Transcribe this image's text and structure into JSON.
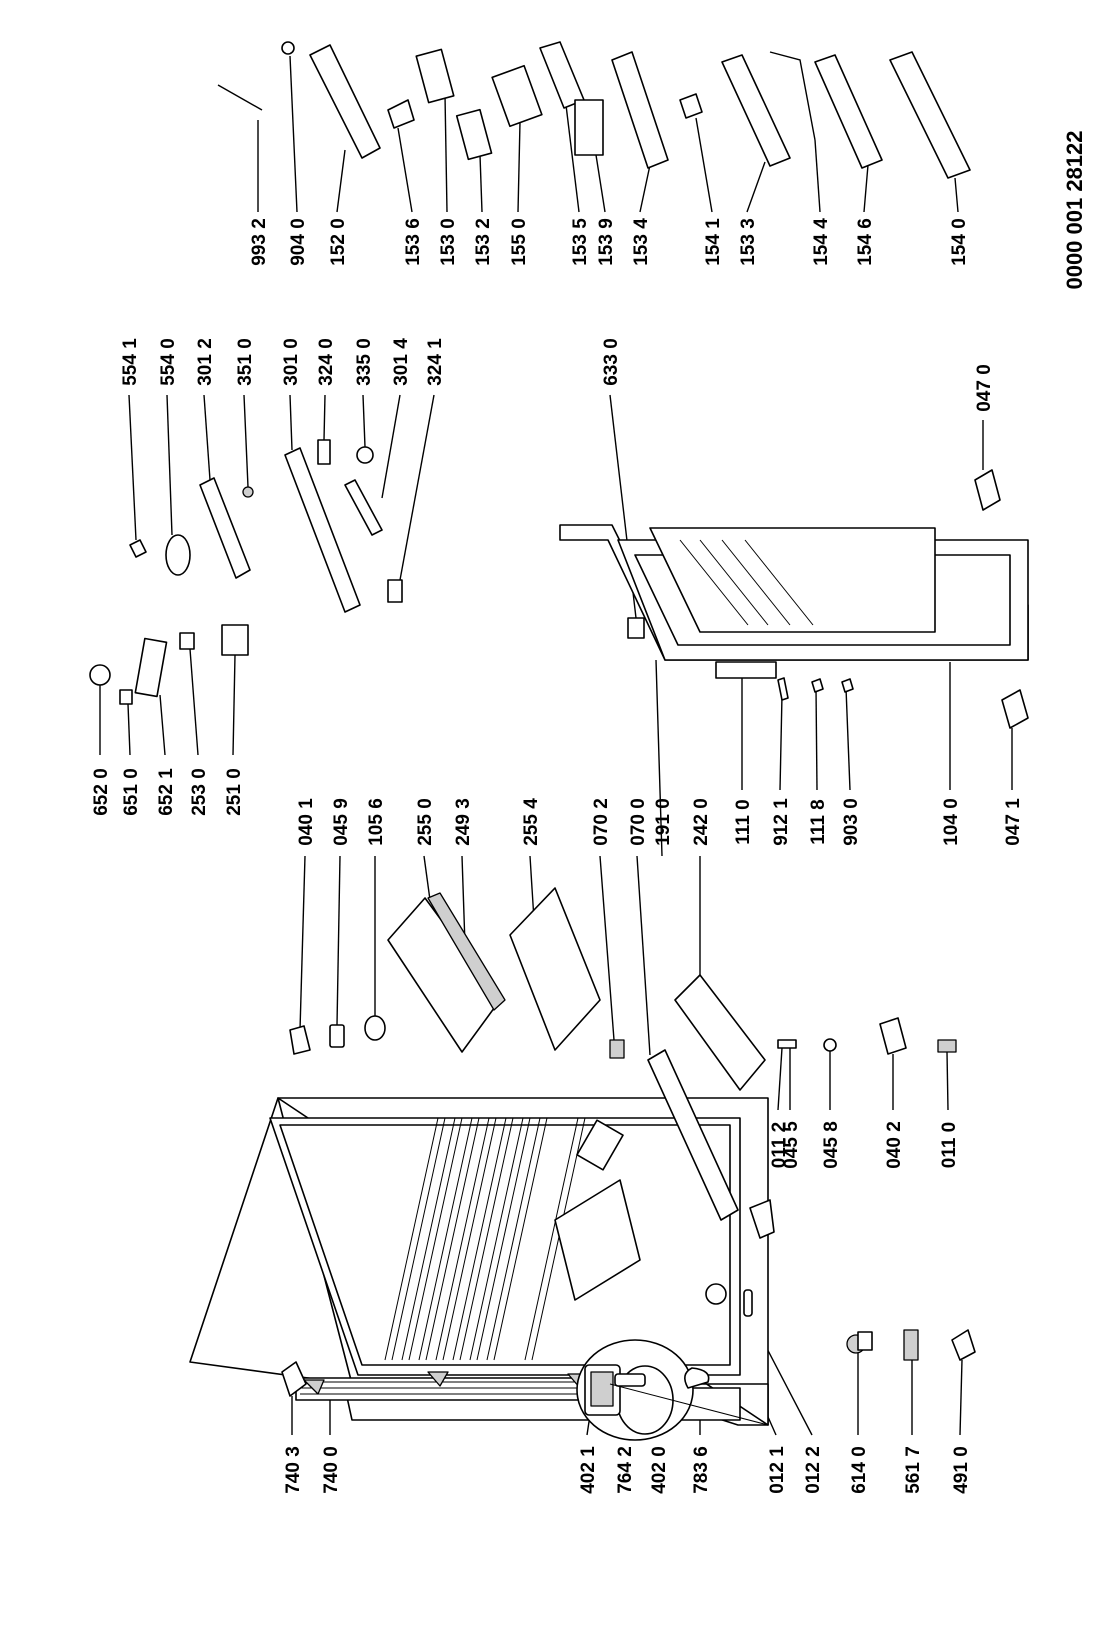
{
  "document_id": "0000 001 28122",
  "labels": [
    {
      "id": "993-2",
      "text": "993 2"
    },
    {
      "id": "904-0",
      "text": "904 0"
    },
    {
      "id": "152-0",
      "text": "152 0"
    },
    {
      "id": "153-6",
      "text": "153 6"
    },
    {
      "id": "153-0",
      "text": "153 0"
    },
    {
      "id": "153-2",
      "text": "153 2"
    },
    {
      "id": "155-0",
      "text": "155 0"
    },
    {
      "id": "153-5",
      "text": "153 5"
    },
    {
      "id": "153-9",
      "text": "153 9"
    },
    {
      "id": "153-4",
      "text": "153 4"
    },
    {
      "id": "154-1",
      "text": "154 1"
    },
    {
      "id": "153-3",
      "text": "153 3"
    },
    {
      "id": "154-4",
      "text": "154 4"
    },
    {
      "id": "154-6",
      "text": "154 6"
    },
    {
      "id": "154-0",
      "text": "154 0"
    },
    {
      "id": "554-1",
      "text": "554 1"
    },
    {
      "id": "554-0",
      "text": "554 0"
    },
    {
      "id": "301-2",
      "text": "301 2"
    },
    {
      "id": "351-0",
      "text": "351 0"
    },
    {
      "id": "301-0",
      "text": "301 0"
    },
    {
      "id": "324-0",
      "text": "324 0"
    },
    {
      "id": "335-0",
      "text": "335 0"
    },
    {
      "id": "301-4",
      "text": "301 4"
    },
    {
      "id": "324-1",
      "text": "324 1"
    },
    {
      "id": "633-0",
      "text": "633 0"
    },
    {
      "id": "047-0",
      "text": "047 0"
    },
    {
      "id": "652-0",
      "text": "652 0"
    },
    {
      "id": "651-0",
      "text": "651 0"
    },
    {
      "id": "652-1",
      "text": "652 1"
    },
    {
      "id": "253-0",
      "text": "253 0"
    },
    {
      "id": "251-0",
      "text": "251 0"
    },
    {
      "id": "040-1",
      "text": "040 1"
    },
    {
      "id": "045-9",
      "text": "045 9"
    },
    {
      "id": "105-6",
      "text": "105 6"
    },
    {
      "id": "255-0",
      "text": "255 0"
    },
    {
      "id": "249-3",
      "text": "249 3"
    },
    {
      "id": "255-4",
      "text": "255 4"
    },
    {
      "id": "070-2",
      "text": "070 2"
    },
    {
      "id": "070-0",
      "text": "070 0"
    },
    {
      "id": "191-0",
      "text": "191 0"
    },
    {
      "id": "242-0",
      "text": "242 0"
    },
    {
      "id": "111-0",
      "text": "111 0"
    },
    {
      "id": "912-1",
      "text": "912 1"
    },
    {
      "id": "111-8",
      "text": "111 8"
    },
    {
      "id": "903-0",
      "text": "903 0"
    },
    {
      "id": "104-0",
      "text": "104 0"
    },
    {
      "id": "047-1",
      "text": "047 1"
    },
    {
      "id": "011-2",
      "text": "011 2"
    },
    {
      "id": "045-5",
      "text": "045 5"
    },
    {
      "id": "045-8",
      "text": "045 8"
    },
    {
      "id": "040-2",
      "text": "040 2"
    },
    {
      "id": "011-0",
      "text": "011 0"
    },
    {
      "id": "740-3",
      "text": "740 3"
    },
    {
      "id": "740-0",
      "text": "740 0"
    },
    {
      "id": "402-1",
      "text": "402 1"
    },
    {
      "id": "764-2",
      "text": "764 2"
    },
    {
      "id": "402-0",
      "text": "402 0"
    },
    {
      "id": "783-6",
      "text": "783 6"
    },
    {
      "id": "012-1",
      "text": "012 1"
    },
    {
      "id": "012-2",
      "text": "012 2"
    },
    {
      "id": "614-0",
      "text": "614 0"
    },
    {
      "id": "561-7",
      "text": "561 7"
    },
    {
      "id": "491-0",
      "text": "491 0"
    }
  ]
}
